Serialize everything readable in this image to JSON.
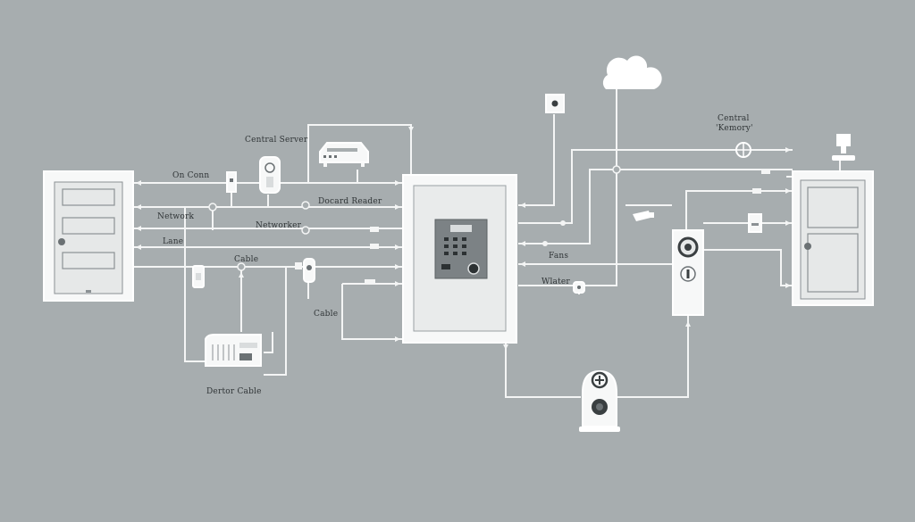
{
  "colors": {
    "background": "#a7adaf",
    "line": "#f4f5f5",
    "panel": "#e9ebeb",
    "text": "#2f3436"
  },
  "labels": {
    "on_conn": "On Conn",
    "central_server": "Central Server",
    "network": "Network",
    "door_reader": "Docard Reader",
    "networker": "Networker",
    "lane": "Lane",
    "cable_a": "Cable",
    "cable_b": "Cable",
    "door_cable": "Dertor Cable",
    "fans": "Fans",
    "water": "Wlater",
    "central_line1": "Central",
    "central_line2": "'Kemory'"
  },
  "icons": [
    "left-door-icon",
    "right-door-icon",
    "cloud-icon",
    "central-control-panel-icon",
    "keypad-icon",
    "server-router-icon",
    "controller-box-icon",
    "camera-icon",
    "computer-monitor-icon",
    "card-reader-icon",
    "lock-device-icon",
    "intercom-icon",
    "outlet-icon",
    "network-node-icon"
  ]
}
